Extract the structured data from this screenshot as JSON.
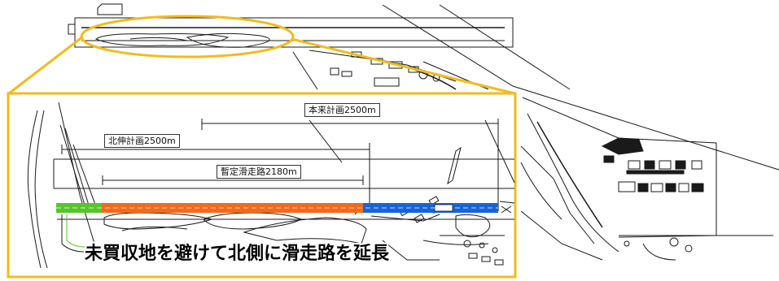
{
  "labels": {
    "original_plan": "本来計画2500m",
    "north_extension_plan": "北伸計画2500m",
    "provisional_runway": "暫定滑走路2180m"
  },
  "caption": "未買収地を避けて北側に滑走路を延長",
  "colors": {
    "highlight": "#f2bb1c",
    "provisional_runway": "#f26a1b",
    "original_plan_extension": "#1565d8",
    "north_extension": "#55c62a",
    "linework": "#1a1a1a"
  }
}
